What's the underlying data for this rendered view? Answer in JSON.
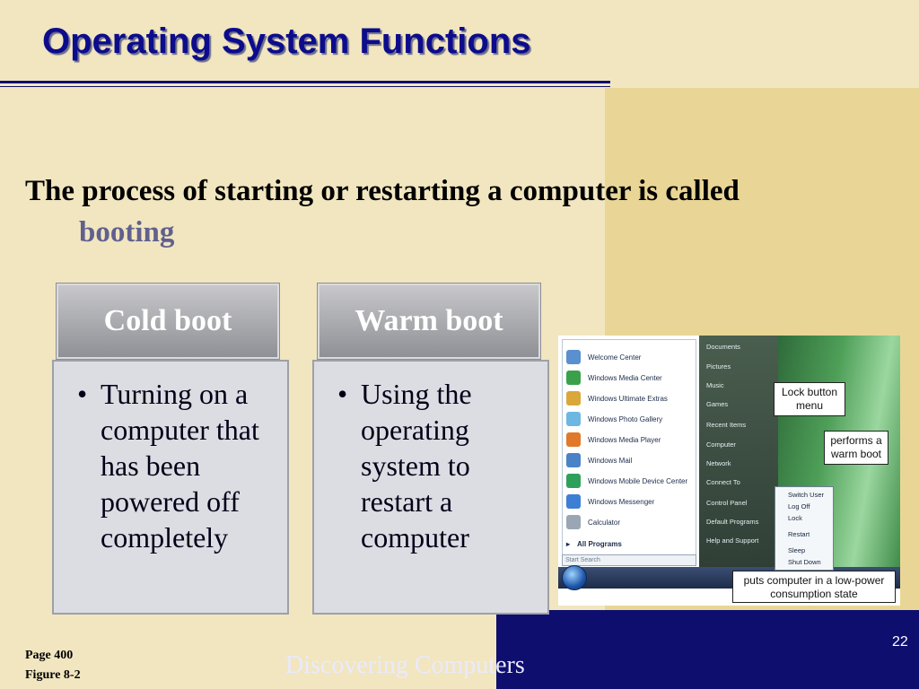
{
  "slide": {
    "title": "Operating System Functions",
    "main_text": "The process of starting or restarting a computer is called",
    "keyword": "booting",
    "cards": [
      {
        "heading": "Cold boot",
        "bullet": "Turning on a computer that has been powered off completely"
      },
      {
        "heading": "Warm boot",
        "bullet": "Using the operating system to restart a computer"
      }
    ],
    "figure": {
      "menu_left": [
        "Welcome Center",
        "Windows Media Center",
        "Windows Ultimate Extras",
        "Windows Photo Gallery",
        "Windows Media Player",
        "Windows Mail",
        "Windows Mobile Device Center",
        "Windows Messenger",
        "Calculator",
        "All Programs"
      ],
      "menu_right": [
        "Documents",
        "Pictures",
        "Music",
        "Games",
        "Recent Items",
        "Computer",
        "Network",
        "Connect To",
        "Control Panel",
        "Default Programs",
        "Help and Support"
      ],
      "search_placeholder": "Start Search",
      "submenu": [
        "Switch User",
        "Log Off",
        "Lock",
        "Restart",
        "Sleep",
        "Shut Down"
      ],
      "callouts": {
        "lock_menu": "Lock button menu",
        "warm_boot": "performs a warm boot",
        "low_power": "puts computer in a low-power consumption state"
      }
    },
    "page_ref": "Page 400",
    "figure_ref": "Figure 8-2",
    "footer_title": "Discovering Computers",
    "slide_number": "22"
  },
  "colors": {
    "background": "#f1e6bf",
    "accent_panel": "#e9d696",
    "title": "#0c0c8c",
    "footer_bar": "#0e0e6e",
    "keyword": "#61608f"
  }
}
